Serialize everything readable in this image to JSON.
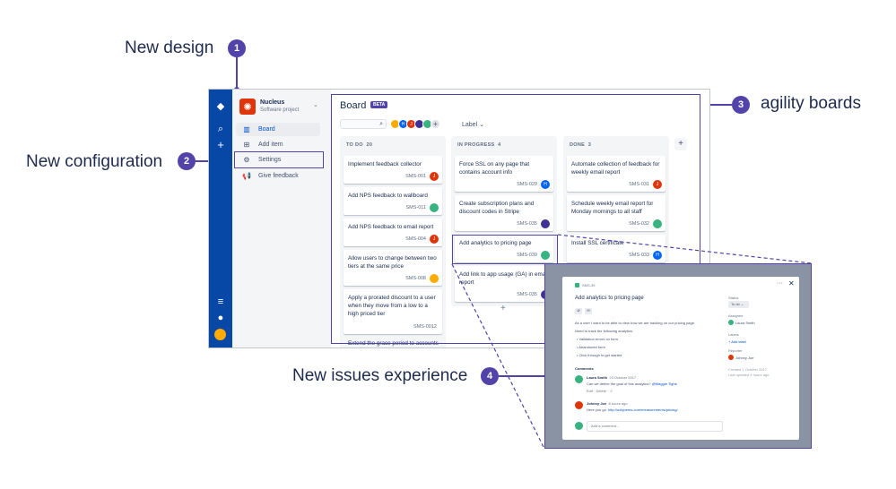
{
  "callouts": [
    {
      "number": "1",
      "text": "New design"
    },
    {
      "number": "2",
      "text": "New configuration"
    },
    {
      "number": "3",
      "text": "agility boards"
    },
    {
      "number": "4",
      "text": "New issues experience"
    }
  ],
  "project": {
    "name": "Nucleus",
    "type": "Software project"
  },
  "sidebar": {
    "items": [
      {
        "label": "Board",
        "icon": "board-icon"
      },
      {
        "label": "Add item",
        "icon": "add-item-icon"
      },
      {
        "label": "Settings",
        "icon": "gear-icon"
      },
      {
        "label": "Give feedback",
        "icon": "megaphone-icon"
      }
    ]
  },
  "board": {
    "title": "Board",
    "badge": "BETA",
    "label_filter": "Label",
    "avatars": [
      "H",
      "J"
    ],
    "columns": [
      {
        "name": "TO DO",
        "count": "20",
        "cards": [
          {
            "title": "Implement feedback collector",
            "key": "SMS-001",
            "avatar": "J"
          },
          {
            "title": "Add NPS feedback to wallboard",
            "key": "SMS-011",
            "avatar": ""
          },
          {
            "title": "Add NPS feedback to email report",
            "key": "SMS-004",
            "avatar": "J"
          },
          {
            "title": "Allow users to change between two tiers at the same price",
            "key": "SMS-008",
            "avatar": ""
          },
          {
            "title": "Apply a prorated discount to a user when they move from a low to a high priced tier",
            "key": "SMS-0012",
            "avatar": ""
          }
        ],
        "partial": "Extend the grace period to accounts"
      },
      {
        "name": "IN PROGRESS",
        "count": "4",
        "cards": [
          {
            "title": "Force SSL on any page that contains account info",
            "key": "SMS-029",
            "avatar": "H"
          },
          {
            "title": "Create subscription plans and discount codes in Stripe",
            "key": "SMS-035",
            "avatar": ""
          },
          {
            "title": "Add analytics to pricing page",
            "key": "SMS-039",
            "avatar": ""
          },
          {
            "title": "Add link to app usage (GA) in email report",
            "key": "SMS-035",
            "avatar": ""
          }
        ]
      },
      {
        "name": "DONE",
        "count": "3",
        "cards": [
          {
            "title": "Automate collection of feedback for weekly email report",
            "key": "SMS-031",
            "avatar": "J"
          },
          {
            "title": "Schedule weekly email report for Monday mornings to all staff",
            "key": "SMS-032",
            "avatar": ""
          },
          {
            "title": "Install SSL certificate",
            "key": "SMS-033",
            "avatar": "H"
          }
        ]
      }
    ]
  },
  "issue": {
    "key": "SMS-39",
    "title": "Add analytics to pricing page",
    "description_1": "As a user I want to be able to view how we are tracking on our pricing page.",
    "description_2": "Need to track the following analytics:",
    "bullets": [
      "Validation errors on form",
      "Abandoned form",
      "Click through to get started"
    ],
    "comments_heading": "Comments",
    "comments": [
      {
        "author": "Laura Smith",
        "time": "23 October 2017",
        "text": "Can we define the goal of this analytics?",
        "mention": "@Maggie Tighe",
        "actions": "Edit · Delete · ☺"
      },
      {
        "author": "Johnny Joe",
        "time": "8 hours ago",
        "text": "Here you go",
        "link": "http://uxbjoerns.com/measurements/pricing/"
      }
    ],
    "add_comment_placeholder": "Add a comment...",
    "status_label": "Status",
    "status_value": "To do",
    "assignee_label": "Assignee",
    "assignee": "Laura Smith",
    "labels_label": "Labels",
    "add_label": "+ Add label",
    "reporter_label": "Reporter",
    "reporter": "Johnny Joe",
    "created": "Created 1 October 2017",
    "updated": "Last updated 4 hours ago"
  },
  "colors": {
    "accent": "#5243aa",
    "nav": "#0747a6",
    "project": "#de350b"
  }
}
